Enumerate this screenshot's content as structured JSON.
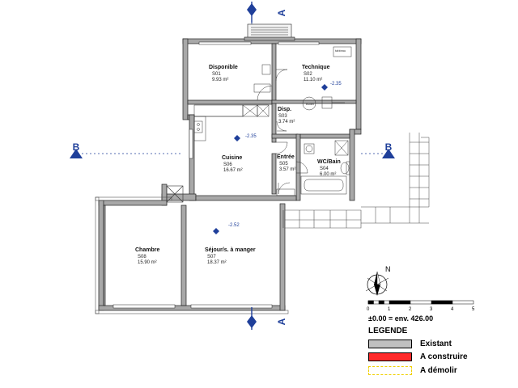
{
  "rooms": [
    {
      "name": "Disponible",
      "code": "S01",
      "area": "9.93 m²"
    },
    {
      "name": "Technique",
      "code": "S02",
      "area": "11.10 m²"
    },
    {
      "name": "Disp.",
      "code": "S03",
      "area": "3.74 m²"
    },
    {
      "name": "WC/Bain",
      "code": "S04",
      "area": "6.00 m²"
    },
    {
      "name": "Entrée",
      "code": "S05",
      "area": "3.57 m²"
    },
    {
      "name": "Cuisine",
      "code": "S06",
      "area": "16.67 m²"
    },
    {
      "name": "Séjour/s. à manger",
      "code": "S07",
      "area": "18.37 m²"
    },
    {
      "name": "Chambre",
      "code": "S08",
      "area": "15.90 m²"
    }
  ],
  "levels": [
    "-2.35",
    "-2.35",
    "-2.52"
  ],
  "section_marks": {
    "a_top": "A",
    "a_bottom": "A",
    "b_left": "B",
    "b_right": "B"
  },
  "fixtures": {
    "boiler": "Boiler",
    "box": "tableau"
  },
  "north": "N",
  "reference": "±0.00 = env. 426.00",
  "scale": {
    "ticks": [
      "0",
      "1",
      "2",
      "3",
      "4",
      "5"
    ]
  },
  "legend": {
    "title": "LEGENDE",
    "items": [
      {
        "label": "Existant",
        "fill": "#c0c0c0",
        "border": "#000000",
        "dashed": false
      },
      {
        "label": "A construire",
        "fill": "#ff2a2a",
        "border": "#000000",
        "dashed": false
      },
      {
        "label": "A démolir",
        "fill": "#ffffff",
        "border": "#f0d000",
        "dashed": true
      }
    ]
  },
  "colors": {
    "wall": "#a8a8a8",
    "wall_edge": "#222222",
    "section": "#1f3f9a"
  }
}
